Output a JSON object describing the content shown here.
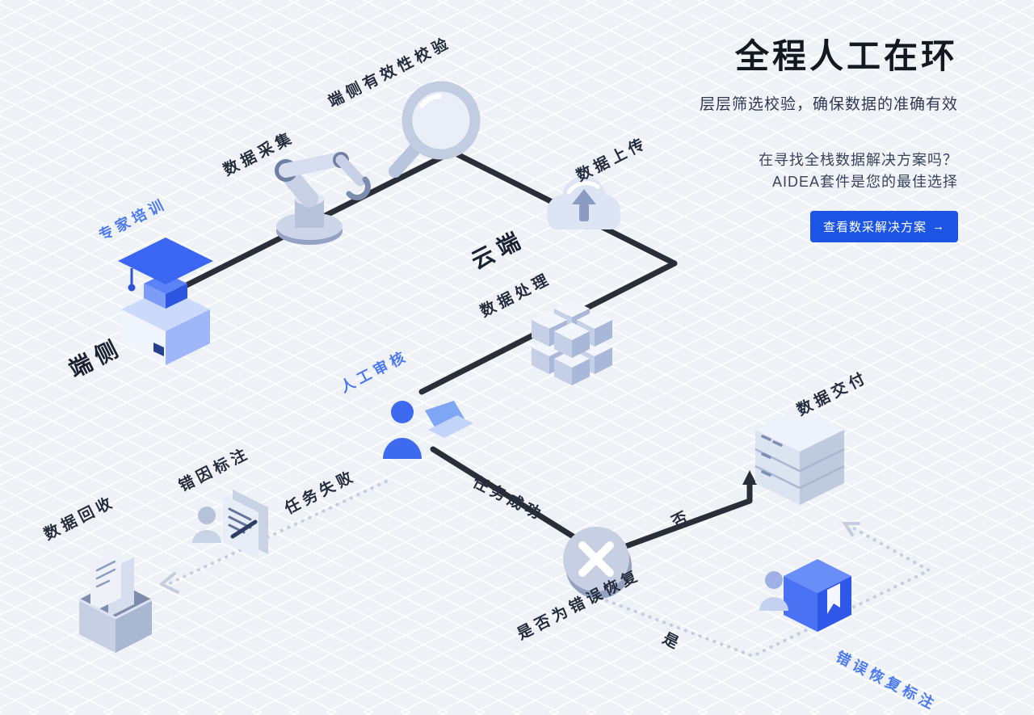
{
  "panel": {
    "title": "全程人工在环",
    "subtitle": "层层筛选校验，确保数据的准确有效",
    "description_line1": "在寻找全栈数据解决方案吗？",
    "description_line2": "AIDEA套件是您的最佳选择",
    "cta_label": "查看数采解决方案",
    "cta_arrow": "→"
  },
  "diagram": {
    "labels": {
      "expert_training": "专家培训",
      "edge_side": "端侧",
      "data_collection": "数据采集",
      "edge_validation": "端侧有效性校验",
      "data_upload": "数据上传",
      "cloud_side": "云端",
      "data_processing": "数据处理",
      "human_review": "人工审核",
      "task_failed": "任务失败",
      "task_success": "任务成功",
      "error_cause_annotation": "错因标注",
      "data_recycle": "数据回收",
      "is_error_recovery": "是否为错误恢复",
      "branch_no": "否",
      "branch_yes": "是",
      "data_delivery": "数据交付",
      "error_recovery_annotation": "错误恢复标注"
    },
    "icons": {
      "expert_training": "graduation-podium-icon",
      "data_collection": "robot-arm-icon",
      "edge_validation": "magnifier-icon",
      "data_upload": "cloud-upload-icon",
      "data_processing": "cube-cluster-icon",
      "human_review": "person-laptop-icon",
      "decision": "x-coin-icon",
      "data_delivery": "server-icon",
      "error_cause_annotation": "document-person-icon",
      "data_recycle": "recycle-box-icon",
      "error_recovery_annotation": "person-book-icon"
    },
    "colors": {
      "accent_button": "#1c55e6",
      "label_blue": "#4b79f2",
      "flow_line": "#2a2e36",
      "dotted_line": "#c6cdde",
      "icon_blue": "#3a66f2",
      "icon_gray": "#c7d0e4"
    }
  }
}
